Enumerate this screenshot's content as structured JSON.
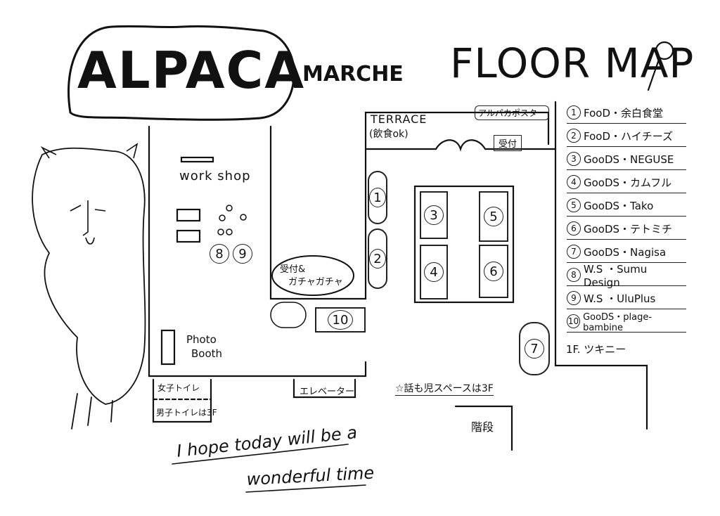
{
  "title": {
    "logo": "ALPACA",
    "sub": "MARCHE",
    "floormap": "FLOOR MAP"
  },
  "map": {
    "terrace": "TERRACE",
    "terrace_note": "(飲食ok)",
    "alpaca_poster": "アルパカポスター",
    "reception": "受付",
    "workshop": "work shop",
    "photo_booth_1": "Photo",
    "photo_booth_2": "Booth",
    "reception_bubble_1": "受付&",
    "reception_bubble_2": "ガチャガチャ",
    "womens_toilet": "女子トイレ",
    "mens_toilet": "男子トイレは3F",
    "elevator": "エレベーター",
    "kids_space": "☆話も児スペースは3F",
    "stairs": "階段",
    "booths": [
      "1",
      "2",
      "3",
      "4",
      "5",
      "6",
      "7",
      "8",
      "9",
      "10"
    ]
  },
  "legend": [
    {
      "num": "1",
      "text": "FooD・余白食堂"
    },
    {
      "num": "2",
      "text": "FooD・ハイチーズ"
    },
    {
      "num": "3",
      "text": "GooDS・NEGUSE"
    },
    {
      "num": "4",
      "text": "GooDS・カムフル"
    },
    {
      "num": "5",
      "text": "GooDS・Tako"
    },
    {
      "num": "6",
      "text": "GooDS・テトミチ"
    },
    {
      "num": "7",
      "text": "GooDS・Nagisa"
    },
    {
      "num": "8",
      "text": "W.S ・Sumu Design"
    },
    {
      "num": "9",
      "text": "W.S ・UluPlus"
    },
    {
      "num": "10",
      "text": "GooDS・plage-bambine"
    }
  ],
  "floor_label": "1F. ツキニー",
  "message_1": "I hope today will be a",
  "message_2": "wonderful time",
  "colors": {
    "ink": "#111111",
    "paper": "#ffffff"
  }
}
